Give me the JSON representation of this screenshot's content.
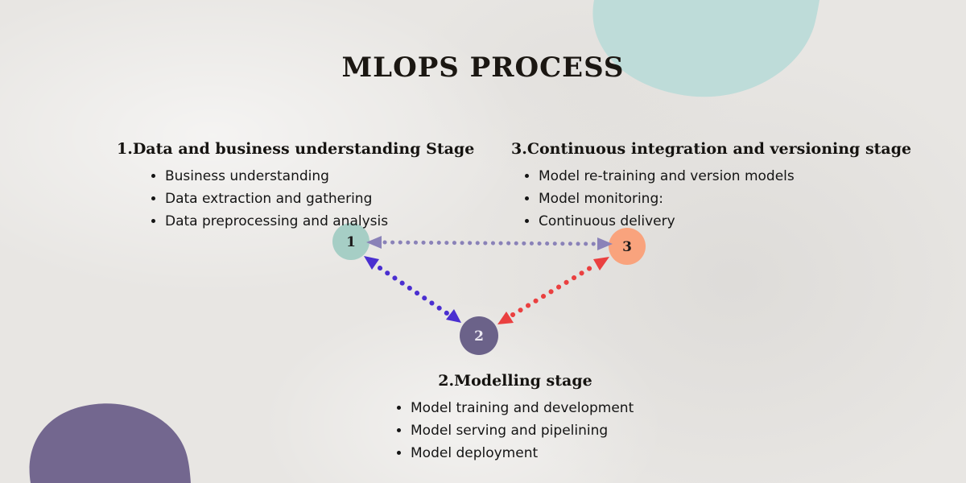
{
  "title": "MLOPS PROCESS",
  "stages": {
    "stage1": {
      "heading": "1.Data and business understanding Stage",
      "items": [
        "Business understanding",
        "Data extraction and gathering",
        "Data preprocessing and analysis"
      ]
    },
    "stage2": {
      "heading": "2.Modelling stage",
      "items": [
        "Model training and development",
        "Model serving and pipelining",
        "Model deployment"
      ]
    },
    "stage3": {
      "heading": "3.Continuous integration and versioning stage",
      "items": [
        "Model re-training and version models",
        "Model monitoring:",
        "Continuous delivery"
      ]
    }
  },
  "nodes": {
    "node1": {
      "label": "1",
      "color": "#a6cec5"
    },
    "node2": {
      "label": "2",
      "color": "#6b6289"
    },
    "node3": {
      "label": "3",
      "color": "#f9a37d"
    }
  },
  "edges": {
    "edge_1_3": {
      "color": "#8a82b8"
    },
    "edge_1_2": {
      "color": "#4a2fd0"
    },
    "edge_2_3": {
      "color": "#ea4040"
    }
  },
  "decor": {
    "background": "#e8e6e3",
    "blob_top_right": "#bedcd9",
    "blob_bottom_left": "#73678f",
    "text_color": "#161310"
  }
}
